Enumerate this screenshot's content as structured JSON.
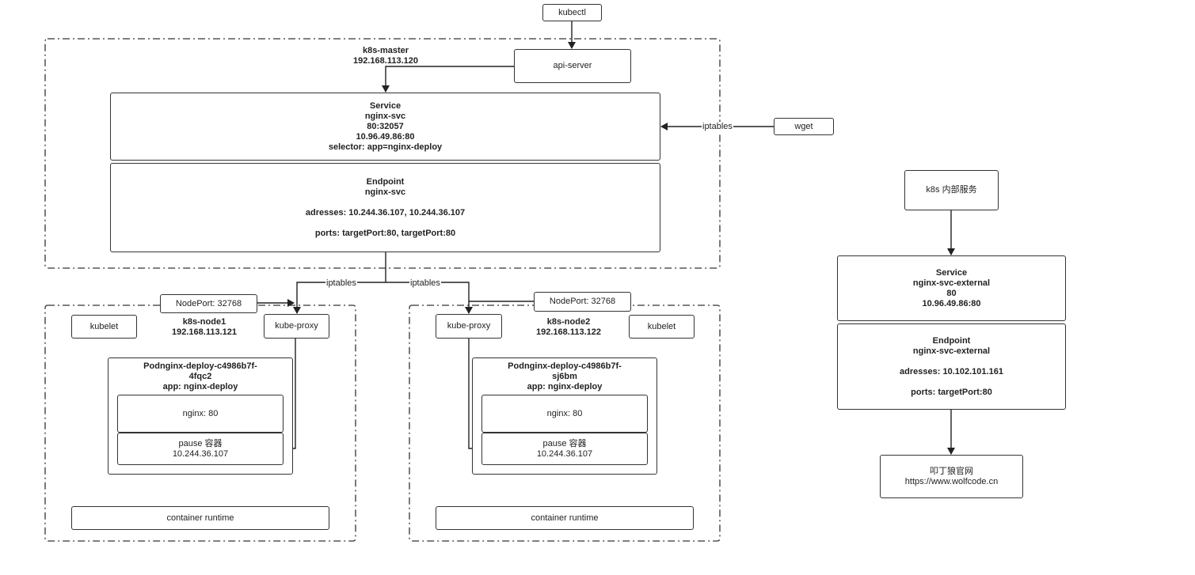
{
  "kubectl": "kubectl",
  "api_server": "api-server",
  "wget": "wget",
  "iptables_label": "iptables",
  "master": {
    "name": "k8s-master",
    "ip": "192.168.113.120"
  },
  "service": {
    "title": "Service",
    "name": "nginx-svc",
    "ports": "80:32057",
    "cluster_ip": "10.96.49.86:80",
    "selector": "selector: app=nginx-deploy"
  },
  "endpoint": {
    "title": "Endpoint",
    "name": "nginx-svc",
    "addresses": "adresses: 10.244.36.107, 10.244.36.107",
    "ports": "ports: targetPort:80, targetPort:80"
  },
  "node1": {
    "name": "k8s-node1",
    "ip": "192.168.113.121",
    "nodeport": "NodePort: 32768",
    "kubelet": "kubelet",
    "kube_proxy": "kube-proxy",
    "pod_line1": "Podnginx-deploy-c4986b7f-",
    "pod_line2": "4fqc2",
    "pod_label": "app: nginx-deploy",
    "nginx": "nginx: 80",
    "pause_line1": "pause 容器",
    "pause_line2": "10.244.36.107",
    "runtime": "container runtime"
  },
  "node2": {
    "name": "k8s-node2",
    "ip": "192.168.113.122",
    "nodeport": "NodePort: 32768",
    "kubelet": "kubelet",
    "kube_proxy": "kube-proxy",
    "pod_line1": "Podnginx-deploy-c4986b7f-",
    "pod_line2": "sj6bm",
    "pod_label": "app: nginx-deploy",
    "nginx": "nginx: 80",
    "pause_line1": "pause 容器",
    "pause_line2": "10.244.36.107",
    "runtime": "container runtime"
  },
  "internal": {
    "label": "k8s 内部服务"
  },
  "ext_service": {
    "title": "Service",
    "name": "nginx-svc-external",
    "port": "80",
    "cluster_ip": "10.96.49.86:80"
  },
  "ext_endpoint": {
    "title": "Endpoint",
    "name": "nginx-svc-external",
    "addresses": "adresses: 10.102.101.161",
    "ports": "ports: targetPort:80"
  },
  "external_site": {
    "line1": "叩丁狼官网",
    "line2": "https://www.wolfcode.cn"
  }
}
